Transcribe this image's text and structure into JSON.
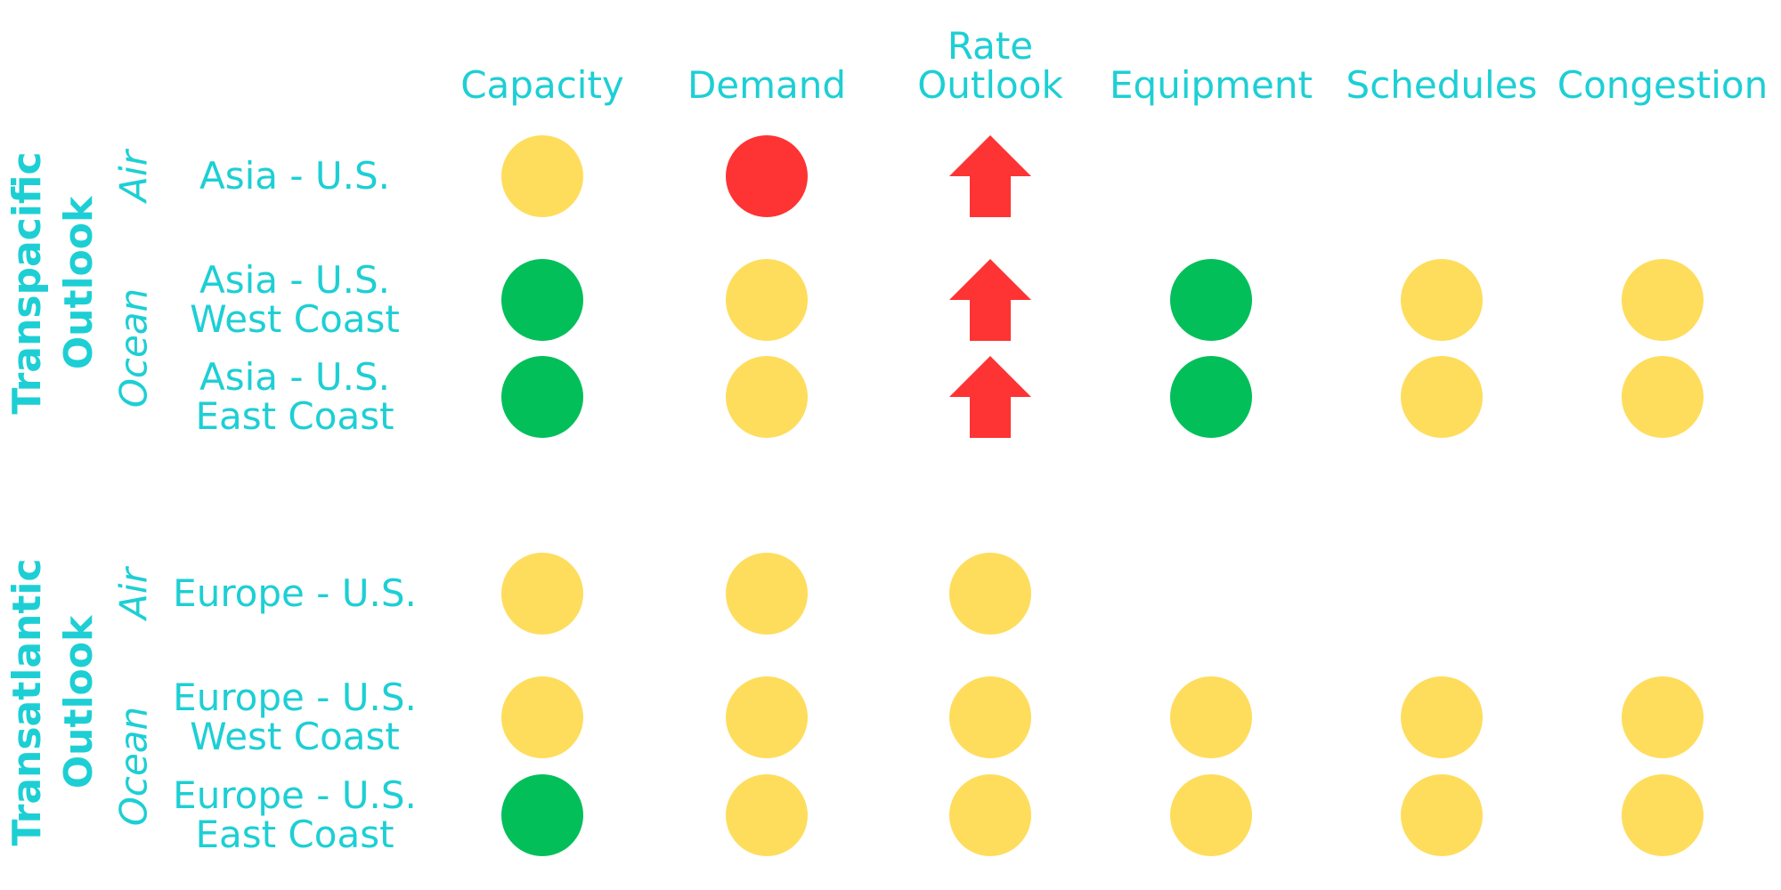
{
  "colors": {
    "green": "#02bf5a",
    "yellow": "#fedd5d",
    "red": "#fe3333",
    "text": "#1dcfd4"
  },
  "columns": [
    {
      "label": "Capacity"
    },
    {
      "label": "Demand"
    },
    {
      "label": "Rate\nOutlook"
    },
    {
      "label": "Equipment"
    },
    {
      "label": "Schedules"
    },
    {
      "label": "Congestion"
    }
  ],
  "sections": [
    {
      "label": "Transpacific\nOutlook",
      "groups": [
        {
          "mode": "Air",
          "rows": [
            {
              "route": "Asia - U.S.",
              "cells": [
                "yellow",
                "red",
                "arrow-up-red",
                null,
                null,
                null
              ]
            }
          ]
        },
        {
          "mode": "Ocean",
          "rows": [
            {
              "route": "Asia - U.S.\nWest Coast",
              "cells": [
                "green",
                "yellow",
                "arrow-up-red",
                "green",
                "yellow",
                "yellow"
              ]
            },
            {
              "route": "Asia - U.S.\nEast Coast",
              "cells": [
                "green",
                "yellow",
                "arrow-up-red",
                "green",
                "yellow",
                "yellow"
              ]
            }
          ]
        }
      ]
    },
    {
      "label": "Transatlantic\nOutlook",
      "groups": [
        {
          "mode": "Air",
          "rows": [
            {
              "route": "Europe - U.S.",
              "cells": [
                "yellow",
                "yellow",
                "yellow",
                null,
                null,
                null
              ]
            }
          ]
        },
        {
          "mode": "Ocean",
          "rows": [
            {
              "route": "Europe - U.S.\nWest Coast",
              "cells": [
                "yellow",
                "yellow",
                "yellow",
                "yellow",
                "yellow",
                "yellow"
              ]
            },
            {
              "route": "Europe - U.S.\nEast Coast",
              "cells": [
                "green",
                "yellow",
                "yellow",
                "yellow",
                "yellow",
                "yellow"
              ]
            }
          ]
        }
      ]
    }
  ]
}
